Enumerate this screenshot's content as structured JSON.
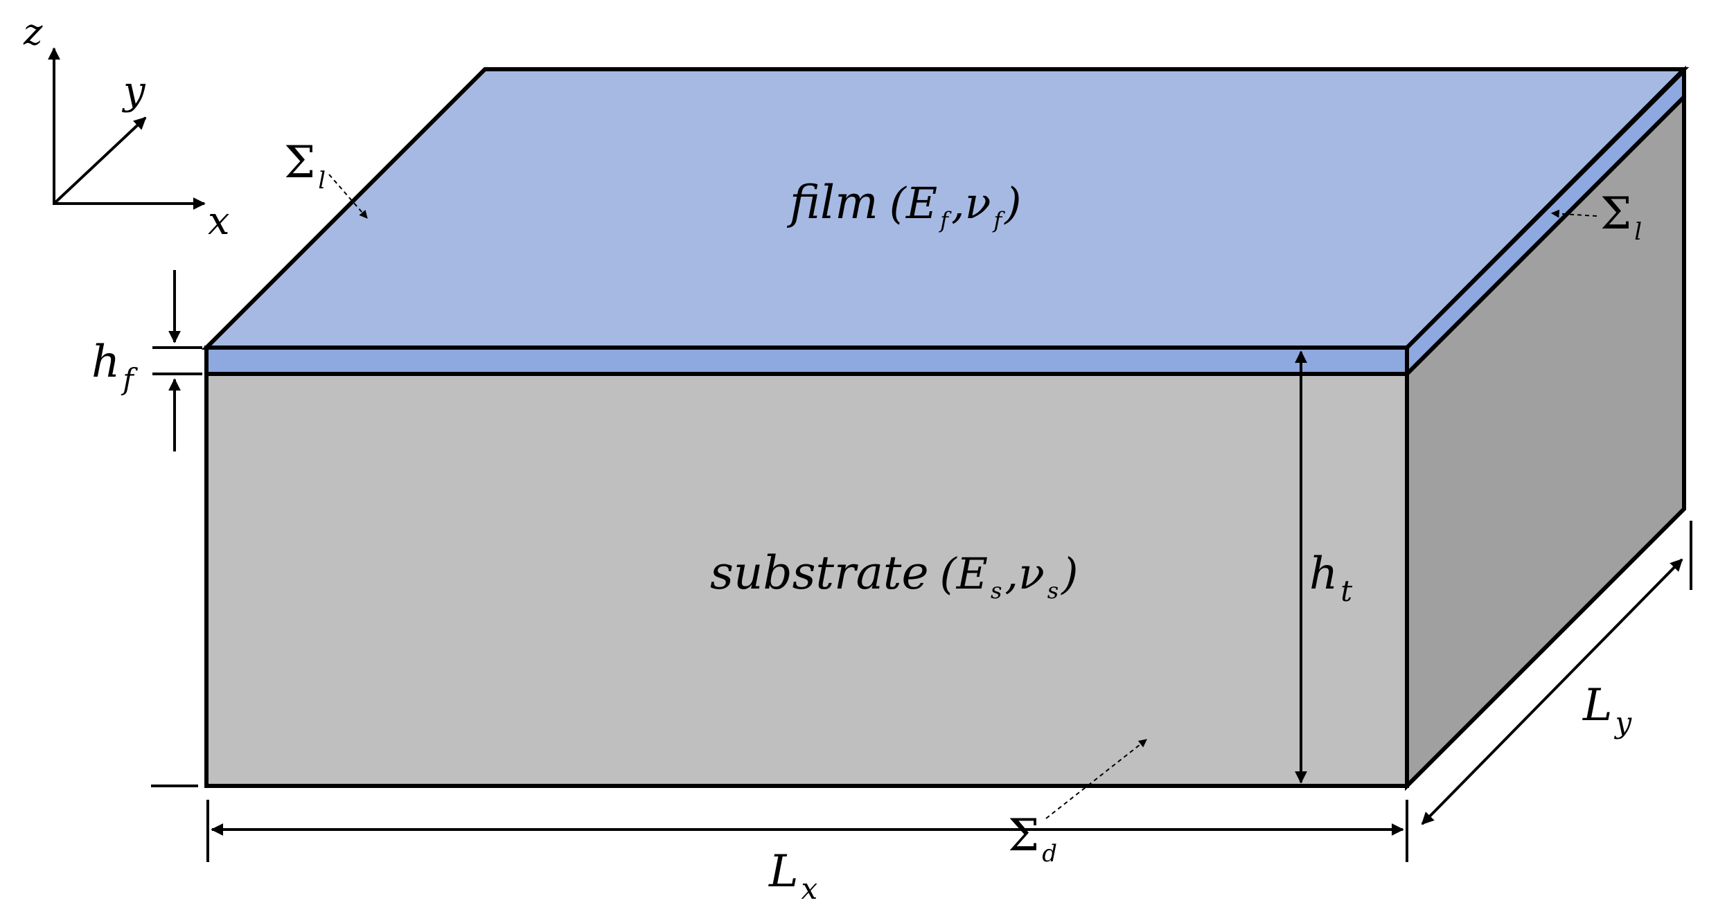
{
  "axes": {
    "z": "z",
    "y": "y",
    "x": "x"
  },
  "regions": {
    "film": {
      "name": "film",
      "params": "(E",
      "E_sub": "f",
      "sep": ",ν",
      "nu_sub": "f",
      "close": ")"
    },
    "substrate": {
      "name": "substrate",
      "params": "(E",
      "E_sub": "s",
      "sep": ",ν",
      "nu_sub": "s",
      "close": ")"
    }
  },
  "boundaries": {
    "sigma": "Σ",
    "lateral_sub": "l",
    "bottom_sub": "d"
  },
  "dimensions": {
    "hf": {
      "main": "h",
      "sub": "f"
    },
    "ht": {
      "main": "h",
      "sub": "t"
    },
    "Lx": {
      "main": "L",
      "sub": "x"
    },
    "Ly": {
      "main": "L",
      "sub": "y"
    }
  },
  "colors": {
    "film_top": "#a6b9e2",
    "film_side": "#8ea8e0",
    "substrate_front": "#bfbfbf",
    "substrate_right": "#a0a0a0"
  }
}
